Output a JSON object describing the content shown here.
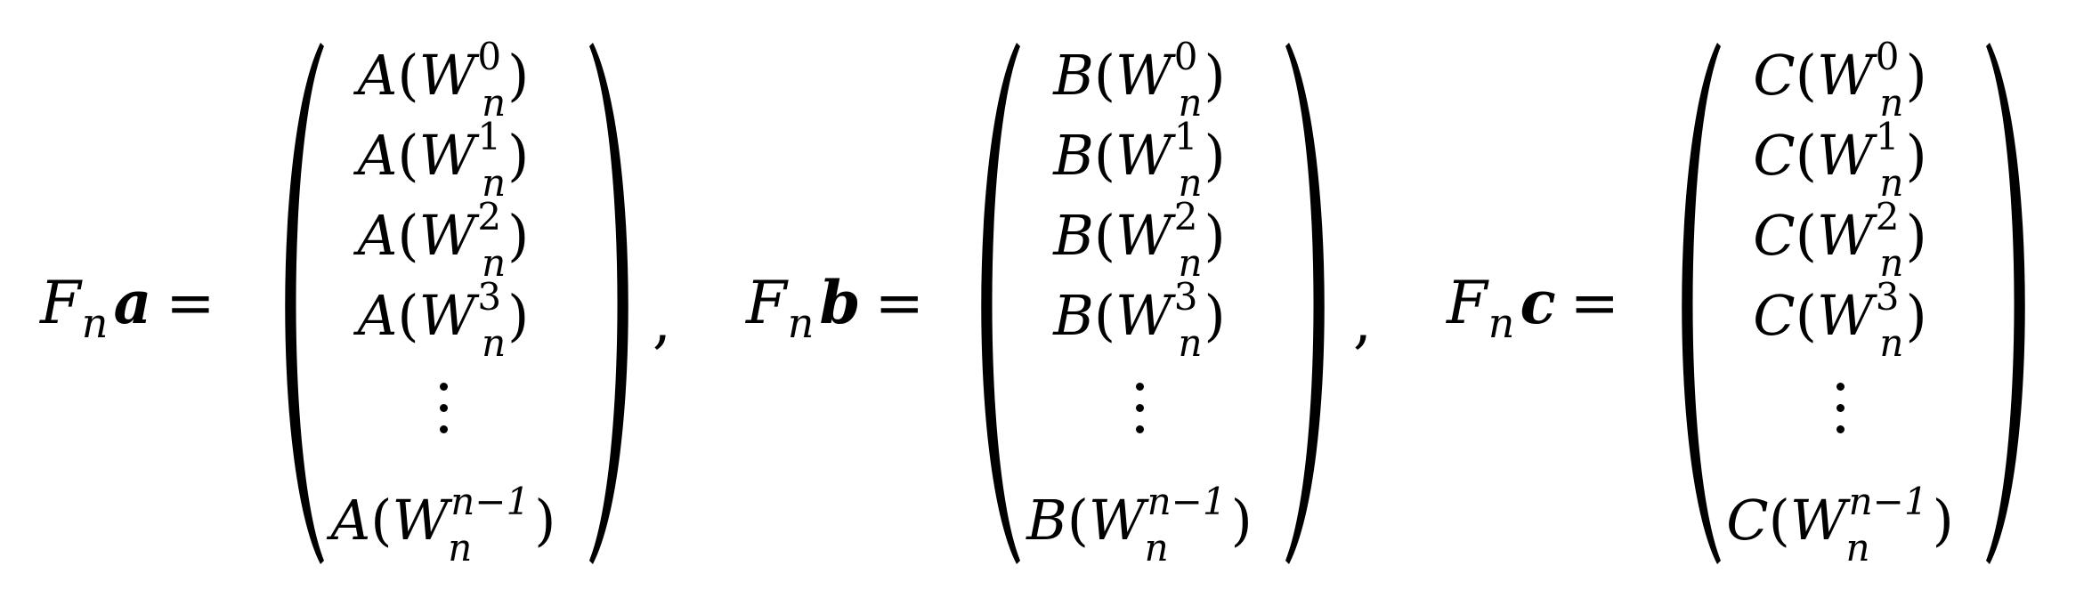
{
  "equation": {
    "matrices": [
      {
        "lhs": {
          "operator": "F",
          "subscript": "n",
          "vector": "a",
          "equals": "="
        },
        "function_letter": "A",
        "argument": "W",
        "argument_subscript": "n",
        "powers": [
          "0",
          "1",
          "2",
          "3"
        ],
        "vdots": "⋮",
        "last_power": "n−1",
        "separator": ","
      },
      {
        "lhs": {
          "operator": "F",
          "subscript": "n",
          "vector": "b",
          "equals": "="
        },
        "function_letter": "B",
        "argument": "W",
        "argument_subscript": "n",
        "powers": [
          "0",
          "1",
          "2",
          "3"
        ],
        "vdots": "⋮",
        "last_power": "n−1",
        "separator": ","
      },
      {
        "lhs": {
          "operator": "F",
          "subscript": "n",
          "vector": "c",
          "equals": "="
        },
        "function_letter": "C",
        "argument": "W",
        "argument_subscript": "n",
        "powers": [
          "0",
          "1",
          "2",
          "3"
        ],
        "vdots": "⋮",
        "last_power": "n−1",
        "separator": ""
      }
    ]
  }
}
